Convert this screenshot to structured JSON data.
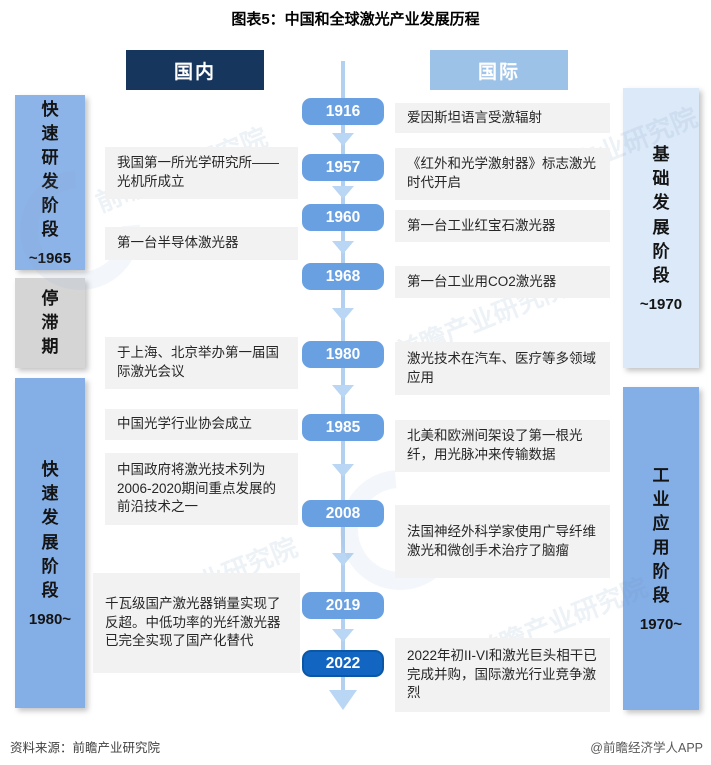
{
  "title": "图表5：中国和全球激光产业发展历程",
  "columns": {
    "domestic_label": "国内",
    "international_label": "国际"
  },
  "stages": {
    "left": [
      {
        "name": "快速研发阶段",
        "year": "~1965"
      },
      {
        "name": "停滞期",
        "year": ""
      },
      {
        "name": "快速发展阶段",
        "year": "1980~"
      }
    ],
    "right": [
      {
        "name": "基础发展阶段",
        "year": "~1970"
      },
      {
        "name": "工业应用阶段",
        "year": "1970~"
      }
    ]
  },
  "timeline": {
    "years": [
      "1916",
      "1957",
      "1960",
      "1968",
      "1980",
      "1985",
      "2008",
      "2019",
      "2022"
    ],
    "events": {
      "domestic": [
        {
          "year": "1957",
          "text": "我国第一所光学研究所——光机所成立"
        },
        {
          "year": "1960",
          "text": "第一台半导体激光器"
        },
        {
          "year": "1980",
          "text": "于上海、北京举办第一届国际激光会议"
        },
        {
          "year": "1985",
          "text": "中国光学行业协会成立"
        },
        {
          "year": "2008",
          "text": "中国政府将激光技术列为2006-2020期间重点发展的前沿技术之一"
        },
        {
          "year": "2019",
          "text": "千瓦级国产激光器销量实现了反超。中低功率的光纤激光器已完全实现了国产化替代"
        }
      ],
      "international": [
        {
          "year": "1916",
          "text": "爱因斯坦语言受激辐射"
        },
        {
          "year": "1957",
          "text": "《红外和光学激射器》标志激光时代开启"
        },
        {
          "year": "1960",
          "text": "第一台工业红宝石激光器"
        },
        {
          "year": "1968",
          "text": "第一台工业用CO2激光器"
        },
        {
          "year": "1980",
          "text": "激光技术在汽车、医疗等多领域应用"
        },
        {
          "year": "1985",
          "text": "北美和欧洲间架设了第一根光纤，用光脉冲来传输数据"
        },
        {
          "year": "2008",
          "text": "法国神经外科学家使用广导纤维激光和微创手术治疗了脑瘤"
        },
        {
          "year": "2022",
          "text": "2022年初II-VI和激光巨头相干已完成并购，国际激光行业竞争激烈"
        }
      ]
    }
  },
  "footer": {
    "source": "资料来源：前瞻产业研究院",
    "credit": "@前瞻经济学人APP"
  },
  "watermark": "前瞻产业研究院",
  "colors": {
    "header_domestic_bg": "#17365d",
    "header_international_bg": "#9cc2e8",
    "stage_left_top_bg": "#8db4e8",
    "stage_pause_bg": "#d5d5d5",
    "stage_blue_bg": "#84aee6",
    "stage_right_top_bg": "#dce9f8",
    "year_pill_bg": "#69a0e2",
    "year_pill_2022_bg": "#1266c2",
    "event_box_bg": "#f2f2f2",
    "timeline_line": "#b3d0f0"
  }
}
